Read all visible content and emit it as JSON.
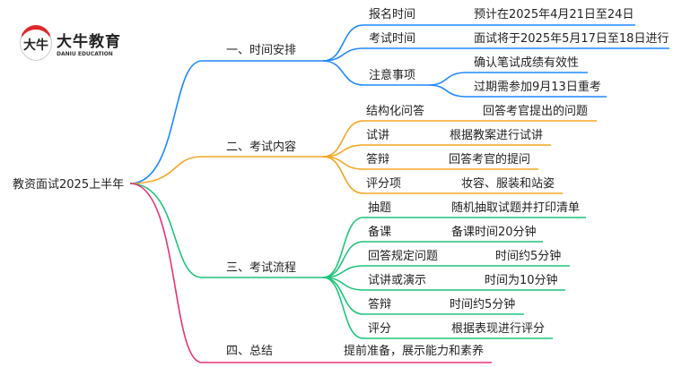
{
  "logo": {
    "symbol": "大牛",
    "name": "大牛教育",
    "english": "DANIU EDUCATION"
  },
  "root": "教资面试2025上半年",
  "colors": {
    "b1": "#1e88ff",
    "b2": "#f5a623",
    "b3": "#1fc47a",
    "b4": "#e8337a"
  },
  "branches": [
    {
      "label": "一、时间安排",
      "items": [
        {
          "label": "报名时间",
          "value": "预计在2025年4月21日至24日"
        },
        {
          "label": "考试时间",
          "value": "面试将于2025年5月17日至18日进行"
        },
        {
          "label": "注意事项",
          "values": [
            "确认笔试成绩有效性",
            "过期需参加9月13日重考"
          ]
        }
      ]
    },
    {
      "label": "二、考试内容",
      "items": [
        {
          "label": "结构化问答",
          "value": "回答考官提出的问题"
        },
        {
          "label": "试讲",
          "value": "根据教案进行试讲"
        },
        {
          "label": "答辩",
          "value": "回答考官的提问"
        },
        {
          "label": "评分项",
          "value": "妆容、服装和站姿"
        }
      ]
    },
    {
      "label": "三、考试流程",
      "items": [
        {
          "label": "抽题",
          "value": "随机抽取试题并打印清单"
        },
        {
          "label": "备课",
          "value": "备课时间20分钟"
        },
        {
          "label": "回答规定问题",
          "value": "时间约5分钟"
        },
        {
          "label": "试讲或演示",
          "value": "时间为10分钟"
        },
        {
          "label": "答辩",
          "value": "时间约5分钟"
        },
        {
          "label": "评分",
          "value": "根据表现进行评分"
        }
      ]
    },
    {
      "label": "四、总结",
      "value": "提前准备，展示能力和素养"
    }
  ]
}
